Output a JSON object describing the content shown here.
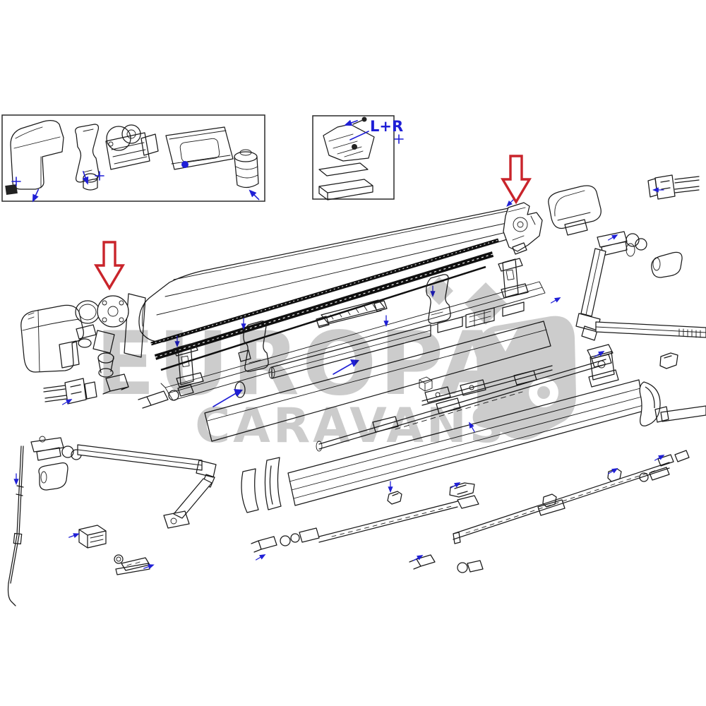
{
  "watermark": {
    "line1": "EUROPA",
    "line2": "CARAVANS"
  },
  "inset_detail": {
    "label": "L+R"
  },
  "colors": {
    "background": "#ffffff",
    "ink": "#1a1a1a",
    "dark": "#101010",
    "blue": "#1f1fd6",
    "red": "#c9242b",
    "wm": "#c8c8c8"
  },
  "icons": {
    "red_arrow": "red-arrow-down-icon",
    "blue_arrow": "blue-arrow-icon",
    "blue_plus": "blue-plus-icon",
    "logo": "caravan-logo"
  }
}
